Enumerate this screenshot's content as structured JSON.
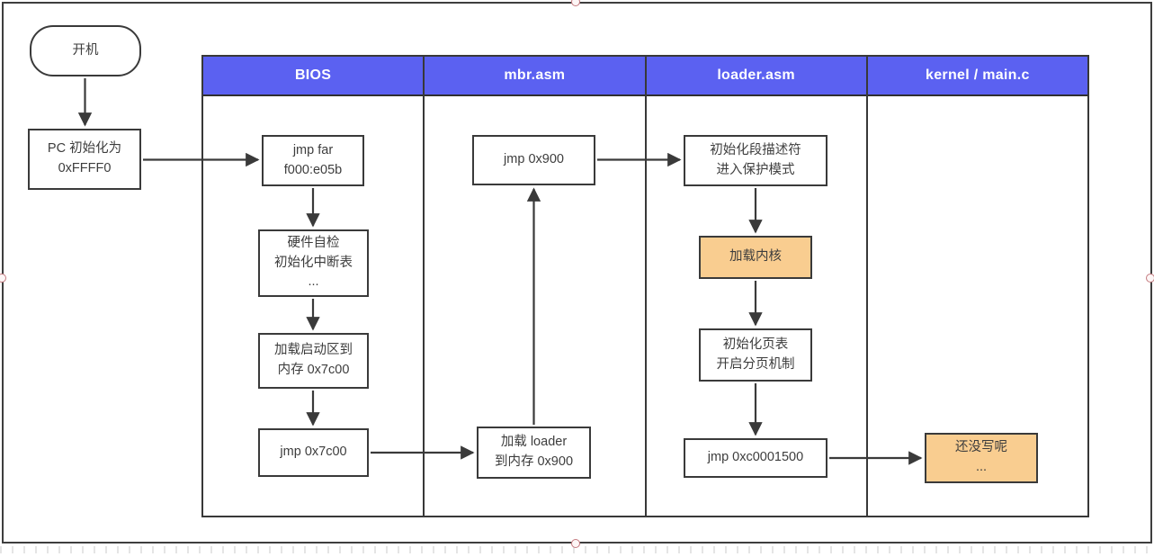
{
  "editor": {
    "selection_border_color": "#3e3e3e",
    "handle_fill": "#fdf6f6",
    "handle_stroke": "#c47a7f"
  },
  "colors": {
    "lane_header_bg": "#5b61f1",
    "lane_header_text": "#ffffff",
    "node_border": "#3a3a3a",
    "node_bg": "#ffffff",
    "node_text": "#3d3d3d",
    "highlight_bg": "#f9cd90",
    "arrow": "#3a3a3a"
  },
  "lanes": [
    {
      "label": "BIOS"
    },
    {
      "label": "mbr.asm"
    },
    {
      "label": "loader.asm"
    },
    {
      "label": "kernel / main.c"
    }
  ],
  "nodes": {
    "start": {
      "label": "开机"
    },
    "pc_init": {
      "label": "PC 初始化为\n0xFFFF0"
    },
    "jmp_far": {
      "label": "jmp far\nf000:e05b"
    },
    "post": {
      "label": "硬件自检\n初始化中断表\n..."
    },
    "load_boot": {
      "label": "加载启动区到\n内存 0x7c00"
    },
    "jmp_7c00": {
      "label": "jmp 0x7c00"
    },
    "jmp_900": {
      "label": "jmp 0x900"
    },
    "load_loader": {
      "label": "加载 loader\n到内存 0x900"
    },
    "init_seg": {
      "label": "初始化段描述符\n进入保护模式"
    },
    "load_kernel": {
      "label": "加载内核"
    },
    "init_page": {
      "label": "初始化页表\n开启分页机制"
    },
    "jmp_c0001500": {
      "label": "jmp 0xc0001500"
    },
    "not_written": {
      "label": "还没写呢\n..."
    }
  },
  "edges": [
    {
      "from": "start",
      "to": "pc_init",
      "direction": "down"
    },
    {
      "from": "pc_init",
      "to": "jmp_far",
      "direction": "right"
    },
    {
      "from": "jmp_far",
      "to": "post",
      "direction": "down"
    },
    {
      "from": "post",
      "to": "load_boot",
      "direction": "down"
    },
    {
      "from": "load_boot",
      "to": "jmp_7c00",
      "direction": "down"
    },
    {
      "from": "jmp_7c00",
      "to": "load_loader",
      "direction": "right"
    },
    {
      "from": "load_loader",
      "to": "jmp_900",
      "direction": "up"
    },
    {
      "from": "jmp_900",
      "to": "init_seg",
      "direction": "right"
    },
    {
      "from": "init_seg",
      "to": "load_kernel",
      "direction": "down"
    },
    {
      "from": "load_kernel",
      "to": "init_page",
      "direction": "down"
    },
    {
      "from": "init_page",
      "to": "jmp_c0001500",
      "direction": "down"
    },
    {
      "from": "jmp_c0001500",
      "to": "not_written",
      "direction": "right"
    }
  ]
}
